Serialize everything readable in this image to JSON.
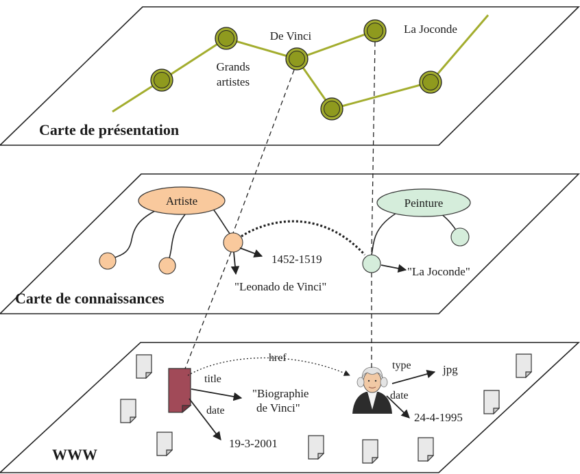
{
  "colors": {
    "topic_line": "#a3ad2e",
    "topic_node_fill": "#8f9a1e",
    "concept_orange": "#f9c99d",
    "concept_green": "#d5eddb",
    "document_red": "#a14a58"
  },
  "layers": {
    "presentation": {
      "title": "Carte de présentation",
      "labels": {
        "grands": "Grands",
        "artistes": "artistes",
        "de_vinci": "De Vinci",
        "la_joconde": "La Joconde"
      }
    },
    "knowledge": {
      "title": "Carte de connaissances",
      "concept_artiste": "Artiste",
      "concept_peinture": "Peinture",
      "value_dates": "1452-1519",
      "value_name": "\"Leonado de Vinci\"",
      "value_title": "\"La Joconde\""
    },
    "www": {
      "title": "WWW",
      "link_href": "href",
      "prop_title": "title",
      "prop_date_doc": "date",
      "value_bio_line1": "\"Biographie",
      "value_bio_line2": "de Vinci\"",
      "value_date_doc": "19-3-2001",
      "prop_type": "type",
      "value_type": "jpg",
      "prop_date_img": "date",
      "value_date_img": "24-4-1995",
      "portrait_icon": "portrait-icon",
      "document_icon": "document-icon"
    }
  }
}
